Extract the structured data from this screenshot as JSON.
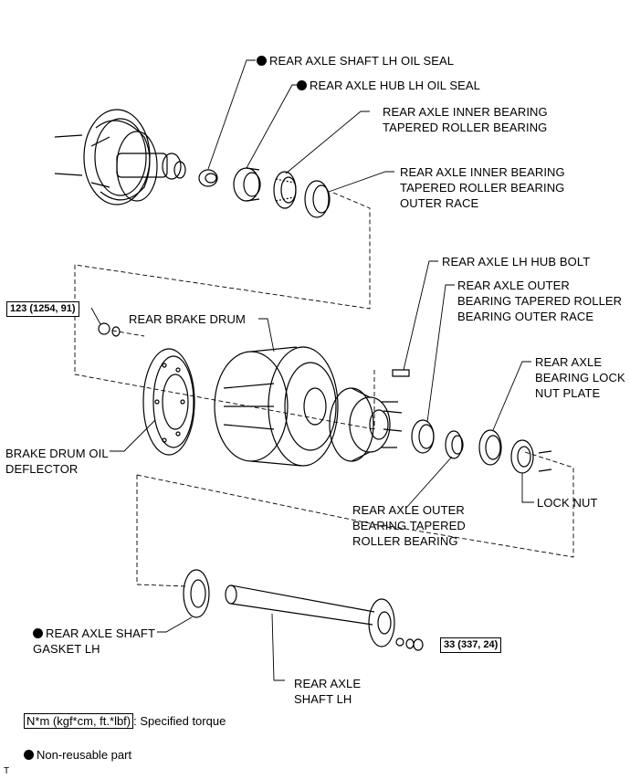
{
  "labels": {
    "shaft_oil_seal": "REAR AXLE SHAFT LH OIL SEAL",
    "hub_oil_seal": "REAR AXLE HUB LH OIL SEAL",
    "inner_bearing": "REAR AXLE INNER BEARING\nTAPERED ROLLER BEARING",
    "inner_outer_race": "REAR AXLE INNER BEARING\nTAPERED ROLLER BEARING\nOUTER RACE",
    "hub_bolt": "REAR AXLE LH HUB BOLT",
    "outer_race": "REAR AXLE OUTER\nBEARING TAPERED ROLLER\nBEARING OUTER RACE",
    "brake_drum": "REAR BRAKE DRUM",
    "lock_nut_plate": "REAR AXLE\nBEARING LOCK\nNUT PLATE",
    "oil_deflector": "BRAKE DRUM OIL\nDEFLECTOR",
    "lock_nut": "LOCK NUT",
    "outer_bearing": "REAR AXLE OUTER\nBEARING TAPERED\nROLLER BEARING",
    "shaft_gasket": "REAR AXLE SHAFT\nGASKET LH",
    "axle_shaft": "REAR AXLE\nSHAFT LH"
  },
  "torque": {
    "t1": "123 (1254, 91)",
    "t2": "33 (337, 24)"
  },
  "legend": {
    "torque_unit": "N*m (kgf*cm, ft.*lbf)",
    "torque_text": ": Specified torque",
    "non_reusable": "Non-reusable part"
  },
  "corner_mark": "T"
}
